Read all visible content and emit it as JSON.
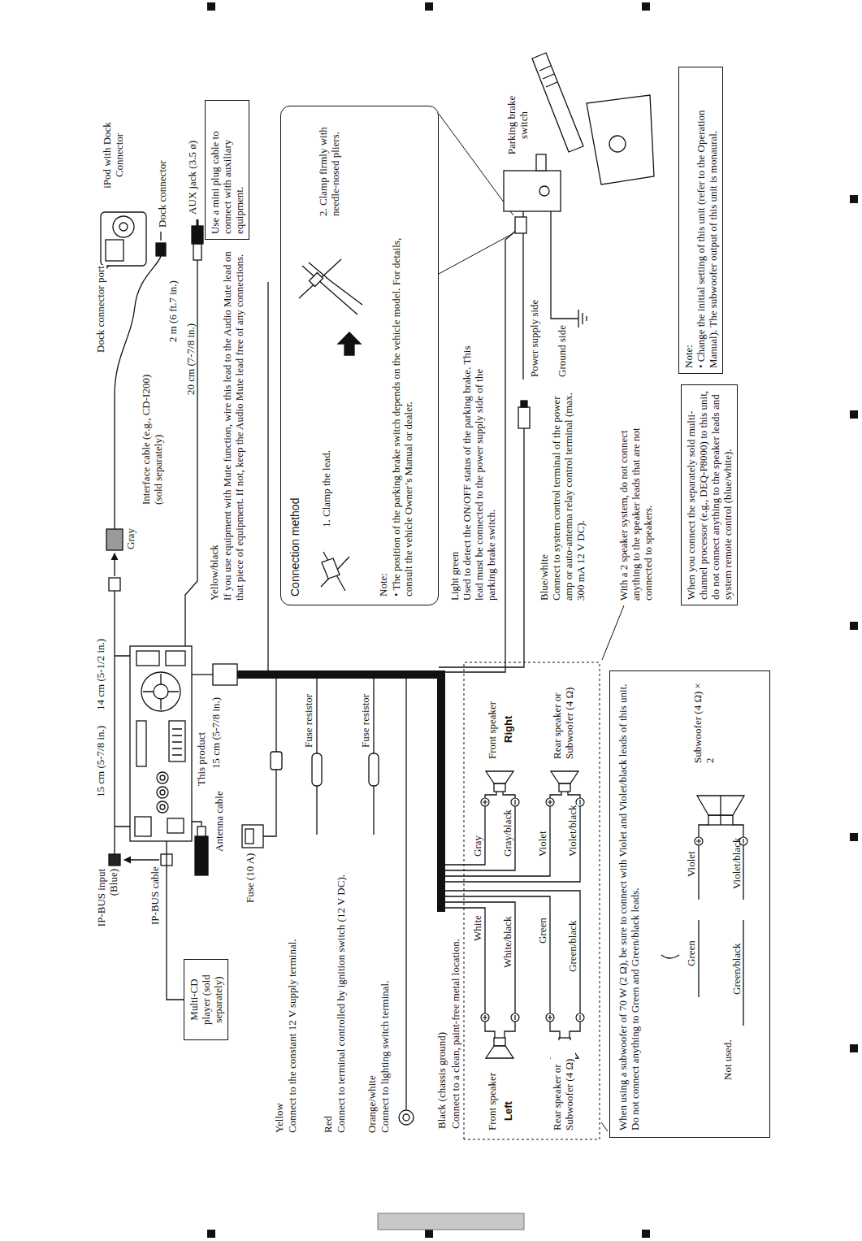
{
  "diagram": {
    "nodes": [
      {
        "text": [
          "Multi-CD player (sold separately)"
        ]
      },
      {
        "text": [
          "This product"
        ]
      },
      {
        "text": [
          "Use a mini plug cable to connect with auxiliary equipment."
        ]
      },
      {
        "text": [
          "Connection method",
          "1. Clamp the lead.",
          "2. Clamp firmly with needle-nosed pliers.",
          "Note:",
          "• The position of the parking brake switch depends on the vehicle model. For details, consult the vehicle Owner’s Manual or dealer."
        ]
      },
      {
        "text": [
          "When using a subwoofer of 70 W (2 Ω), be sure to connect with Violet and Violet/black leads of this unit. Do not connect anything to Green and Green/black leads.",
          "Not used.",
          "Green",
          "Green/black",
          "Violet",
          "Violet/black",
          "Subwoofer (4 Ω) × 2"
        ]
      },
      {
        "text": [
          "When you connect the separately sold multi-channel processor (e.g., DEQ-P8000) to this unit, do not connect anything to the speaker leads and system remote control (blue/white)."
        ]
      },
      {
        "text": [
          "Note:",
          "• Change the initial setting of this unit (refer to the Operation Manual). The subwoofer output of this unit is monaural."
        ]
      }
    ],
    "edges": [
      {
        "from": 0,
        "to": 1,
        "arrow": "none"
      }
    ],
    "labels": [
      "IP-BUS input (Blue)",
      "IP-BUS cable",
      "15 cm (5-7/8 in.)",
      "14 cm (5-1/2 in.)",
      "15 cm (5-7/8 in.)",
      "Antenna cable",
      "Fuse (10 A)",
      "Fuse resistor",
      "Fuse resistor",
      "Yellow",
      "Connect to the constant 12 V supply terminal.",
      "Red",
      "Connect to terminal controlled by ignition switch (12 V DC).",
      "Orange/white",
      "Connect to lighting switch terminal.",
      "Black (chassis ground)",
      "Connect to a clean, paint-free metal location.",
      "Front speaker",
      "Left",
      "Rear speaker or Subwoofer (4 Ω)",
      "White",
      "White/black",
      "Green",
      "Green/black",
      "Gray",
      "Gray/black",
      "Violet",
      "Violet/black",
      "Front speaker",
      "Right",
      "Rear speaker or Subwoofer (4 Ω)",
      "Gray",
      "Interface cable (e.g., CD-I200) (sold separately)",
      "20 cm (7-7/8 in.)",
      "2 m (6 ft.7 in.)",
      "Dock connector port",
      "iPod with Dock Connector",
      "Dock connector",
      "AUX jack (3.5 ø)",
      "Yellow/black",
      "If you use equipment with Mute function, wire this lead to the Audio Mute lead on that piece of equipment. If not, keep the Audio Mute lead free of any connections.",
      "Light green",
      "Used to detect the ON/OFF status of the parking brake. This lead must be connected to the power supply side of the parking brake switch.",
      "Blue/white",
      "Connect to system control terminal of the power amp or auto-antenna relay control terminal (max. 300 mA 12 V DC).",
      "With a 2 speaker system, do not connect anything to the speaker leads that are not connected to speakers.",
      "Parking brake switch",
      "Power supply side",
      "Ground side"
    ]
  }
}
